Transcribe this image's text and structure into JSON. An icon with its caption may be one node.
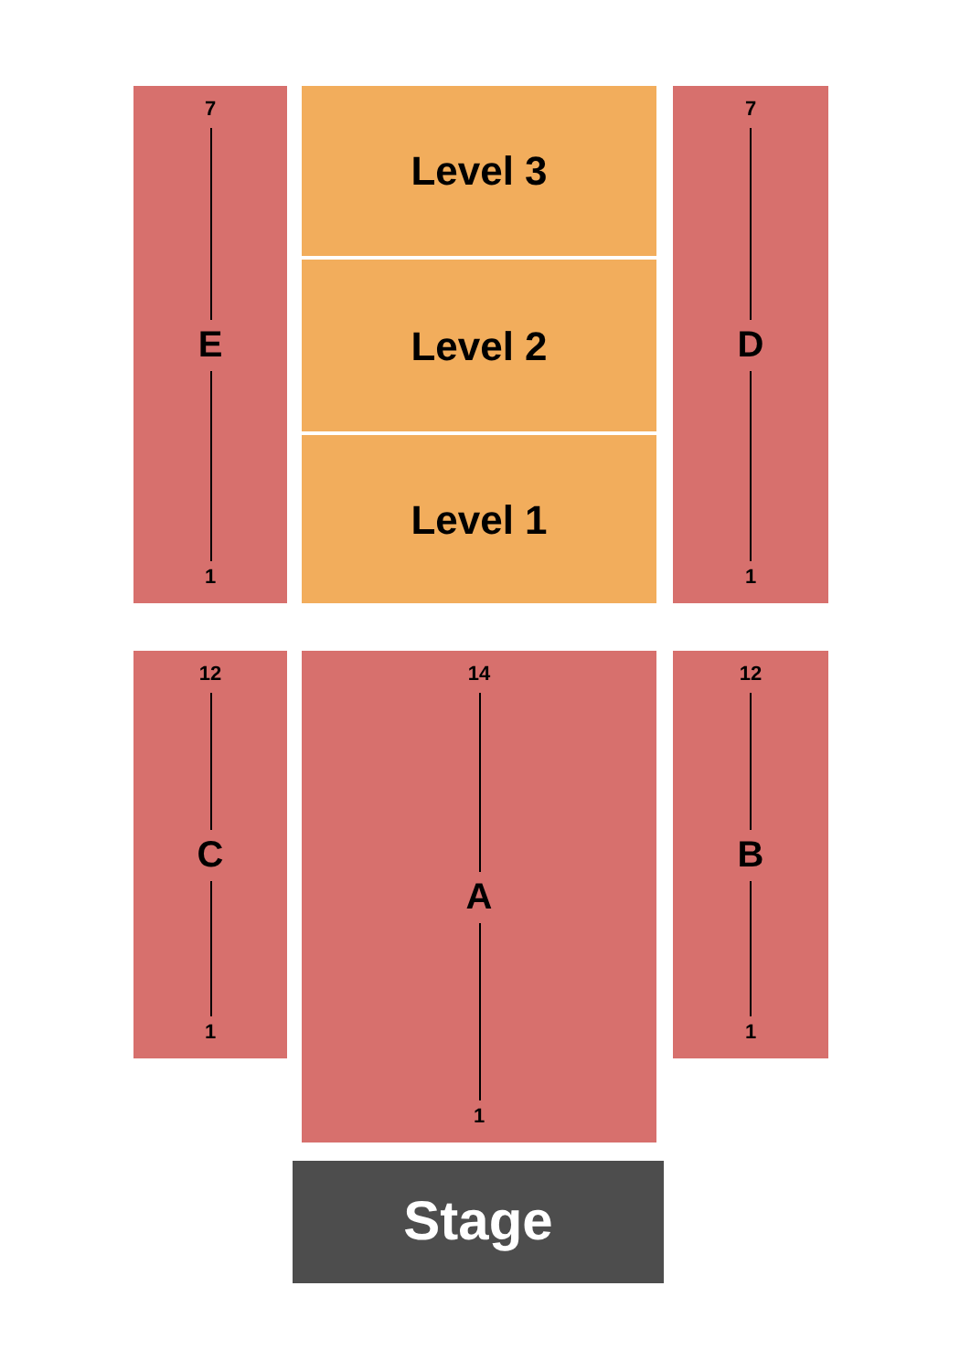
{
  "diagram": {
    "nodes": [
      {
        "text": [
          "7",
          "E",
          "1"
        ]
      },
      {
        "text": [
          "Level 3"
        ]
      },
      {
        "text": [
          "Level 2"
        ]
      },
      {
        "text": [
          "Level 1"
        ]
      },
      {
        "text": [
          "7",
          "D",
          "1"
        ]
      },
      {
        "text": [
          "12",
          "C",
          "1"
        ]
      },
      {
        "text": [
          "14",
          "A",
          "1"
        ]
      },
      {
        "text": [
          "12",
          "B",
          "1"
        ]
      },
      {
        "text": [
          "Stage"
        ]
      }
    ],
    "edges": []
  }
}
